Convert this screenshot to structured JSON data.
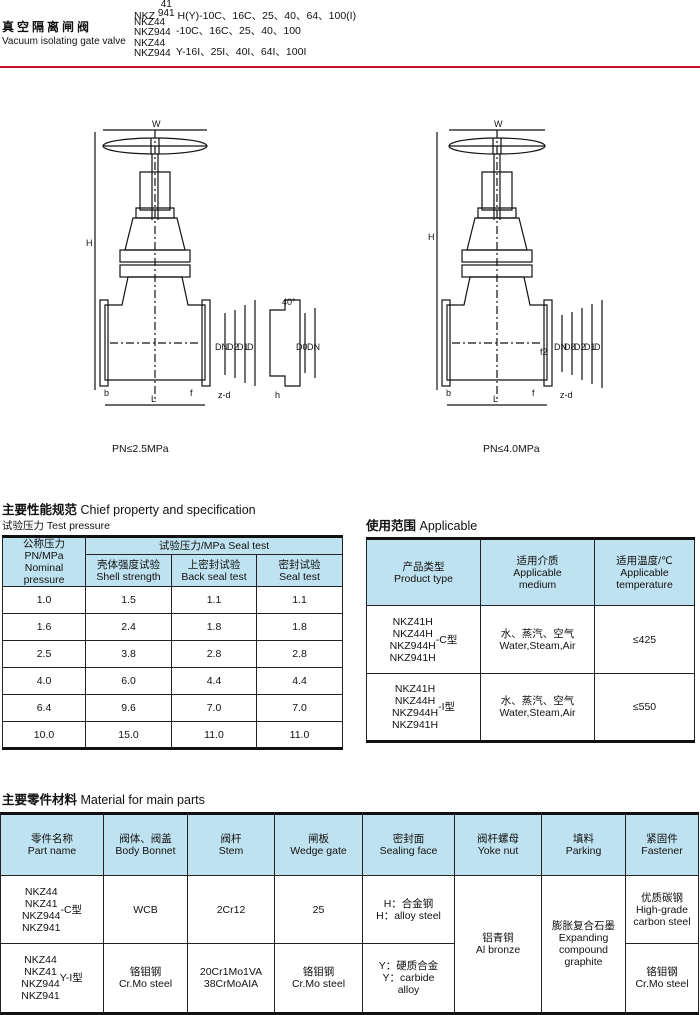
{
  "header": {
    "title_cn": "真空隔离闸阀",
    "title_en": "Vacuum isolating gate valve",
    "row1_prefix": "NKZ",
    "row1_sup": "41",
    "row1_sub": "941",
    "row1_spec": "H(Y)-10C、16C、25、40、64、100(I)",
    "row2_model": "NKZ44\nNKZ944",
    "row2_spec": "-10C、16C、25、40、100",
    "row3_model": "NKZ44\nNKZ944",
    "row3_spec": "Y-16I、25I、40I、64I、100I"
  },
  "drawings": {
    "left_caption": "PN≤2.5MPa",
    "right_caption": "PN≤4.0MPa",
    "labels": {
      "W": "W",
      "H": "H",
      "DN": "DN",
      "D2": "D2",
      "D1": "D1",
      "D": "D",
      "D0": "D0",
      "L": "L",
      "b": "b",
      "f": "f",
      "z_d": "z-d",
      "h": "h",
      "angle": "40°",
      "f2": "f2",
      "D8": "D8"
    }
  },
  "property": {
    "title_cn": "主要性能规范",
    "title_en": "Chief property and specification",
    "test_cn": "试验压力",
    "test_en": "Test pressure",
    "head_pn": "公称压力\nPN/MPa\nNominal\npressure",
    "head_seal": "试验压力/MPa Seal test",
    "head_shell": "壳体强度试验\nShell strength",
    "head_back": "上密封试验\nBack seal test",
    "head_sealtest": "密封试验\nSeal test",
    "rows": [
      [
        "1.0",
        "1.5",
        "1.1",
        "1.1"
      ],
      [
        "1.6",
        "2.4",
        "1.8",
        "1.8"
      ],
      [
        "2.5",
        "3.8",
        "2.8",
        "2.8"
      ],
      [
        "4.0",
        "6.0",
        "4.4",
        "4.4"
      ],
      [
        "6.4",
        "9.6",
        "7.0",
        "7.0"
      ],
      [
        "10.0",
        "15.0",
        "11.0",
        "11.0"
      ]
    ]
  },
  "applicable": {
    "title_cn": "使用范围",
    "title_en": "Applicable",
    "head_type": "产品类型\nProduct type",
    "head_medium": "适用介质\nApplicable\nmedium",
    "head_temp": "适用温度/℃\nApplicable\ntemperature",
    "rows": [
      {
        "type": "NKZ41H\nNKZ44H\nNKZ944H\nNKZ941H",
        "suffix": "-C型",
        "medium": "水、蒸汽、空气\nWater,Steam,Air",
        "temp": "≤425"
      },
      {
        "type": "NKZ41H\nNKZ44H\nNKZ944H\nNKZ941H",
        "suffix": "-I型",
        "medium": "水、蒸汽、空气\nWater,Steam,Air",
        "temp": "≤550"
      }
    ]
  },
  "material": {
    "title_cn": "主要零件材料",
    "title_en": "Material for main parts",
    "headers": [
      "零件名称\nPart name",
      "阀体、阀盖\nBody Bonnet",
      "阀杆\nStem",
      "闸板\nWedge gate",
      "密封面\nSealing face",
      "阀杆螺母\nYoke nut",
      "填料\nParking",
      "紧固件\nFastener"
    ],
    "row1": {
      "part": "NKZ44\nNKZ41\nNKZ944\nNKZ941",
      "suffix": "-C型",
      "body": "WCB",
      "stem": "2Cr12",
      "wedge": "25",
      "sealing": "H：合金钢\nH：alloy steel",
      "fastener": "优质碳钢\nHigh-grade\ncarbon steel"
    },
    "row2": {
      "part": "NKZ44\nNKZ41\nNKZ944\nNKZ941",
      "suffix": "Y-I型",
      "body": "铬钼钢\nCr.Mo steel",
      "stem": "20Cr1Mo1VA\n38CrMoAIA",
      "wedge": "铬钼钢\nCr.Mo steel",
      "sealing": "Y：硬质合金\nY：carbide\nalloy",
      "fastener": "铬钼钢\nCr.Mo steel"
    },
    "yoke_nut": "铝青铜\nAl bronze",
    "packing": "膨胀复合石墨\nExpanding\ncompound\ngraphite"
  }
}
